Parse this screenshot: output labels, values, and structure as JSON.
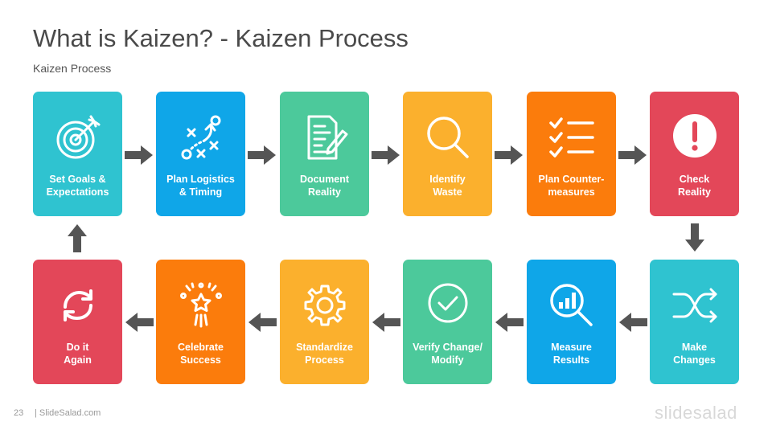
{
  "title": "What is Kaizen? - Kaizen Process",
  "subtitle": "Kaizen Process",
  "steps": [
    {
      "label": "Set Goals &\nExpectations",
      "color": "#2fc3d0",
      "icon": "target-icon"
    },
    {
      "label": "Plan Logistics\n& Timing",
      "color": "#0fa6e8",
      "icon": "strategy-play-icon"
    },
    {
      "label": "Document\nReality",
      "color": "#4cc99b",
      "icon": "document-pen-icon"
    },
    {
      "label": "Identify\nWaste",
      "color": "#fbb02d",
      "icon": "magnifier-icon"
    },
    {
      "label": "Plan Counter-\nmeasures",
      "color": "#fb7c0c",
      "icon": "checklist-icon"
    },
    {
      "label": "Check\nReality",
      "color": "#e34759",
      "icon": "exclamation-icon"
    },
    {
      "label": "Make\nChanges",
      "color": "#2fc3d0",
      "icon": "shuffle-icon"
    },
    {
      "label": "Measure\nResults",
      "color": "#0fa6e8",
      "icon": "magnifier-chart-icon"
    },
    {
      "label": "Verify Change/\nModify",
      "color": "#4cc99b",
      "icon": "check-circle-icon"
    },
    {
      "label": "Standardize\nProcess",
      "color": "#fbb02d",
      "icon": "gear-icon"
    },
    {
      "label": "Celebrate\nSuccess",
      "color": "#fb7c0c",
      "icon": "celebration-icon"
    },
    {
      "label": "Do it\nAgain",
      "color": "#e34759",
      "icon": "refresh-icon"
    }
  ],
  "footer": {
    "page_number": "23",
    "site": "| SlideSalad.com",
    "brand": "slidesalad"
  }
}
